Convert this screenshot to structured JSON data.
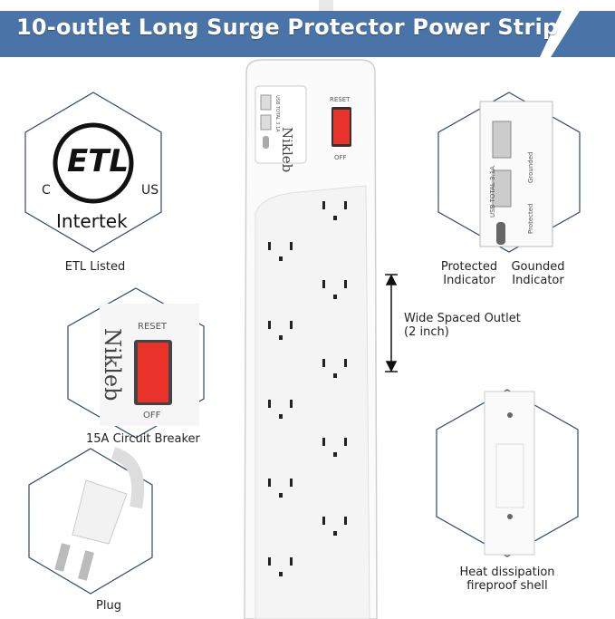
{
  "banner": {
    "title": "10-outlet Long Surge Protector Power Strip",
    "color": "#4a74a8"
  },
  "product": {
    "brand": "Nikleb",
    "switch_top_label": "RESET",
    "switch_bottom_label": "OFF",
    "usb_label": "USB TOTAL 3.1A",
    "indicator_protected": "Protected",
    "indicator_grounded": "Grounded",
    "outlet_count": 10,
    "switch_color": "#e8322a"
  },
  "features": {
    "etl": {
      "mark": "ETL",
      "left": "C",
      "right": "US",
      "sub": "Intertek",
      "caption": "ETL Listed"
    },
    "breaker": {
      "caption": "15A Circuit Breaker"
    },
    "plug": {
      "caption": "Plug"
    },
    "usb": {
      "caption_left_1": "Protected",
      "caption_left_2": "Indicator",
      "caption_right_1": "Gounded",
      "caption_right_2": "Indicator"
    },
    "spacing": {
      "line1": "Wide Spaced Outlet",
      "line2": "(2 inch)"
    },
    "heat": {
      "line1": "Heat dissipation",
      "line2": "fireproof shell"
    }
  }
}
